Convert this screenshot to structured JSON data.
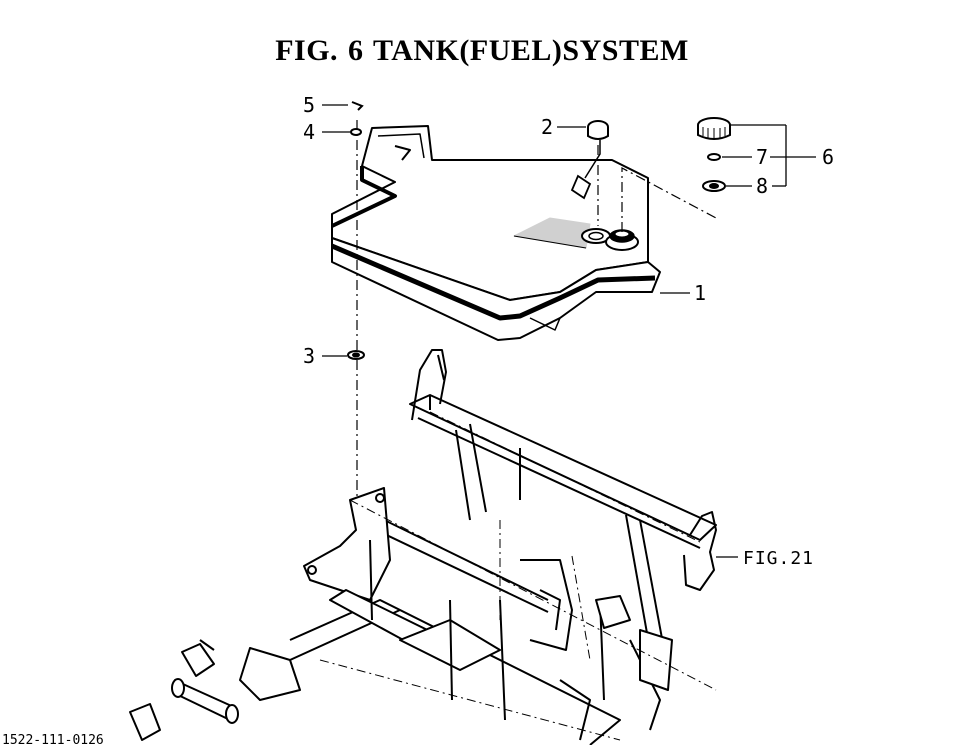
{
  "title": "FIG. 6  TANK(FUEL)SYSTEM",
  "callouts": {
    "c1": "1",
    "c2": "2",
    "c3": "3",
    "c4": "4",
    "c5": "5",
    "c6": "6",
    "c7": "7",
    "c8": "8"
  },
  "fig_reference": "FIG.21",
  "drawing_number": "1522-111-0126"
}
